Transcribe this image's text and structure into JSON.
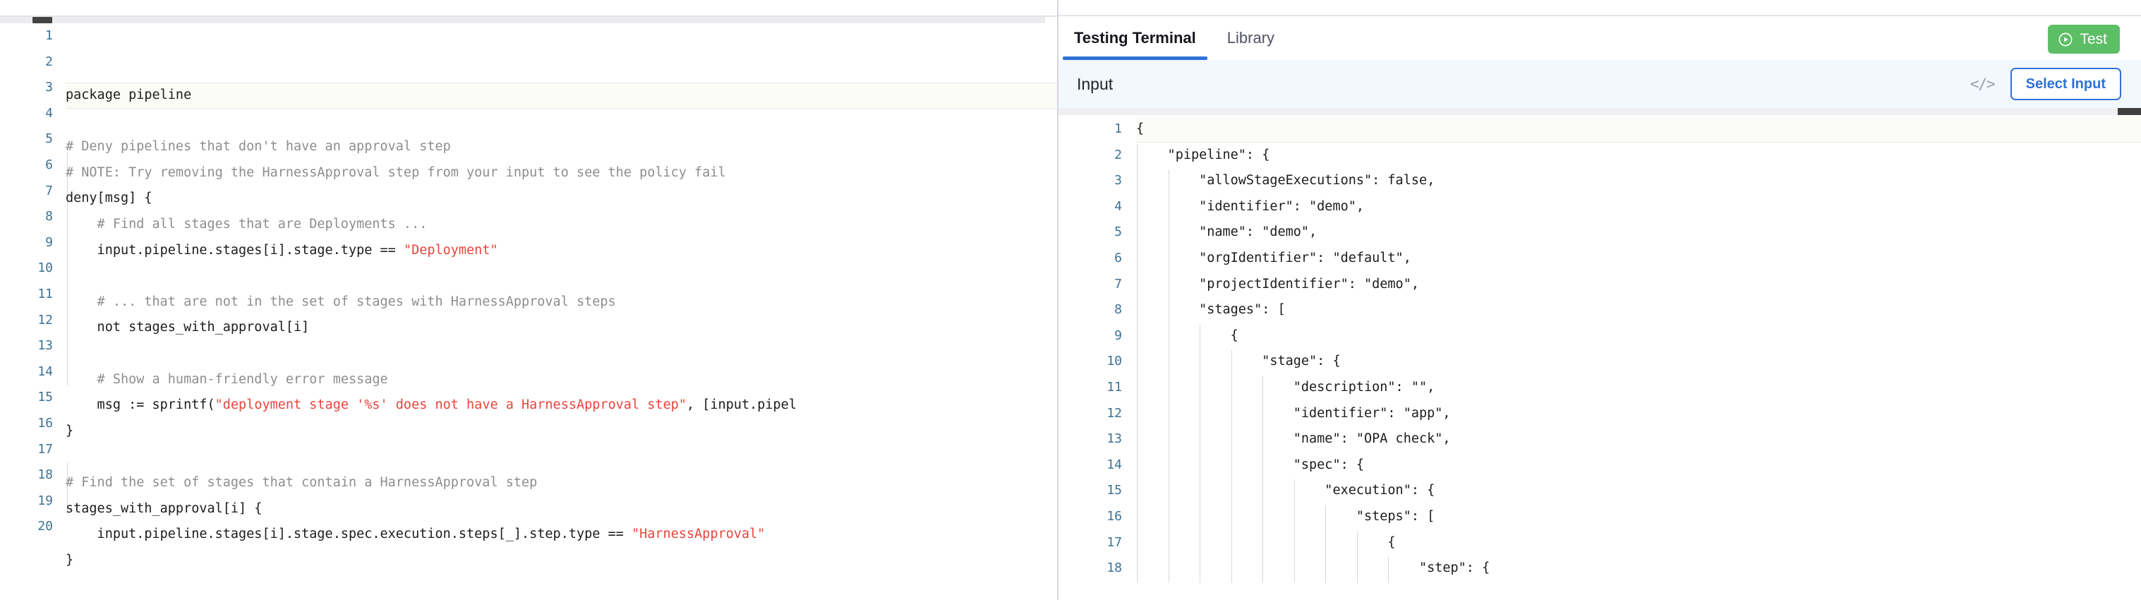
{
  "policy_editor": {
    "language": "rego",
    "total_lines": 20,
    "active_line": 1,
    "scrollbar": {
      "orientation": "horizontal",
      "thumb_position_pct": 3
    },
    "lines": [
      {
        "n": 1,
        "segments": [
          {
            "t": "package pipeline",
            "c": "code"
          }
        ]
      },
      {
        "n": 2,
        "segments": []
      },
      {
        "n": 3,
        "segments": [
          {
            "t": "# Deny pipelines that don't have an approval step",
            "c": "cmt"
          }
        ]
      },
      {
        "n": 4,
        "segments": [
          {
            "t": "# NOTE: Try removing the HarnessApproval step from your input to see the policy fail",
            "c": "cmt"
          }
        ]
      },
      {
        "n": 5,
        "segments": [
          {
            "t": "deny[msg] {",
            "c": "code"
          }
        ]
      },
      {
        "n": 6,
        "segments": [
          {
            "t": "    # Find all stages that are Deployments ...",
            "c": "cmt"
          }
        ]
      },
      {
        "n": 7,
        "segments": [
          {
            "t": "    input.pipeline.stages[i].stage.type == ",
            "c": "code"
          },
          {
            "t": "\"Deployment\"",
            "c": "str"
          }
        ]
      },
      {
        "n": 8,
        "segments": []
      },
      {
        "n": 9,
        "segments": [
          {
            "t": "    # ... that are not in the set of stages with HarnessApproval steps",
            "c": "cmt"
          }
        ]
      },
      {
        "n": 10,
        "segments": [
          {
            "t": "    not stages_with_approval[i]",
            "c": "code"
          }
        ]
      },
      {
        "n": 11,
        "segments": []
      },
      {
        "n": 12,
        "segments": [
          {
            "t": "    # Show a human-friendly error message",
            "c": "cmt"
          }
        ]
      },
      {
        "n": 13,
        "segments": [
          {
            "t": "    msg := sprintf(",
            "c": "code"
          },
          {
            "t": "\"deployment stage '%s' does not have a HarnessApproval step\"",
            "c": "str"
          },
          {
            "t": ", [input.pipel",
            "c": "code"
          }
        ]
      },
      {
        "n": 14,
        "segments": [
          {
            "t": "}",
            "c": "code"
          }
        ]
      },
      {
        "n": 15,
        "segments": []
      },
      {
        "n": 16,
        "segments": [
          {
            "t": "# Find the set of stages that contain a HarnessApproval step",
            "c": "cmt"
          }
        ]
      },
      {
        "n": 17,
        "segments": [
          {
            "t": "stages_with_approval[i] {",
            "c": "code"
          }
        ]
      },
      {
        "n": 18,
        "segments": [
          {
            "t": "    input.pipeline.stages[i].stage.spec.execution.steps[_].step.type == ",
            "c": "code"
          },
          {
            "t": "\"HarnessApproval\"",
            "c": "str"
          }
        ]
      },
      {
        "n": 19,
        "segments": [
          {
            "t": "}",
            "c": "code"
          }
        ]
      },
      {
        "n": 20,
        "segments": []
      }
    ]
  },
  "right_panel": {
    "tabs": [
      {
        "id": "testing-terminal",
        "label": "Testing Terminal",
        "active": true
      },
      {
        "id": "library",
        "label": "Library",
        "active": false
      }
    ],
    "test_button": {
      "label": "Test",
      "icon": "play-circle-icon",
      "color": "#5cbf66"
    },
    "input_section": {
      "title": "Input",
      "code_view_icon": "</>",
      "select_input_label": "Select Input"
    },
    "accent_color": "#2f72d7",
    "json_editor": {
      "language": "json",
      "visible_lines": 18,
      "active_line": 1,
      "scrollbar": {
        "orientation": "horizontal",
        "thumb_position_pct": 98
      },
      "lines": [
        {
          "n": 1,
          "text": "{"
        },
        {
          "n": 2,
          "text": "    \"pipeline\": {"
        },
        {
          "n": 3,
          "text": "        \"allowStageExecutions\": false,"
        },
        {
          "n": 4,
          "text": "        \"identifier\": \"demo\","
        },
        {
          "n": 5,
          "text": "        \"name\": \"demo\","
        },
        {
          "n": 6,
          "text": "        \"orgIdentifier\": \"default\","
        },
        {
          "n": 7,
          "text": "        \"projectIdentifier\": \"demo\","
        },
        {
          "n": 8,
          "text": "        \"stages\": ["
        },
        {
          "n": 9,
          "text": "            {"
        },
        {
          "n": 10,
          "text": "                \"stage\": {"
        },
        {
          "n": 11,
          "text": "                    \"description\": \"\","
        },
        {
          "n": 12,
          "text": "                    \"identifier\": \"app\","
        },
        {
          "n": 13,
          "text": "                    \"name\": \"OPA check\","
        },
        {
          "n": 14,
          "text": "                    \"spec\": {"
        },
        {
          "n": 15,
          "text": "                        \"execution\": {"
        },
        {
          "n": 16,
          "text": "                            \"steps\": ["
        },
        {
          "n": 17,
          "text": "                                {"
        },
        {
          "n": 18,
          "text": "                                    \"step\": {"
        }
      ]
    }
  }
}
